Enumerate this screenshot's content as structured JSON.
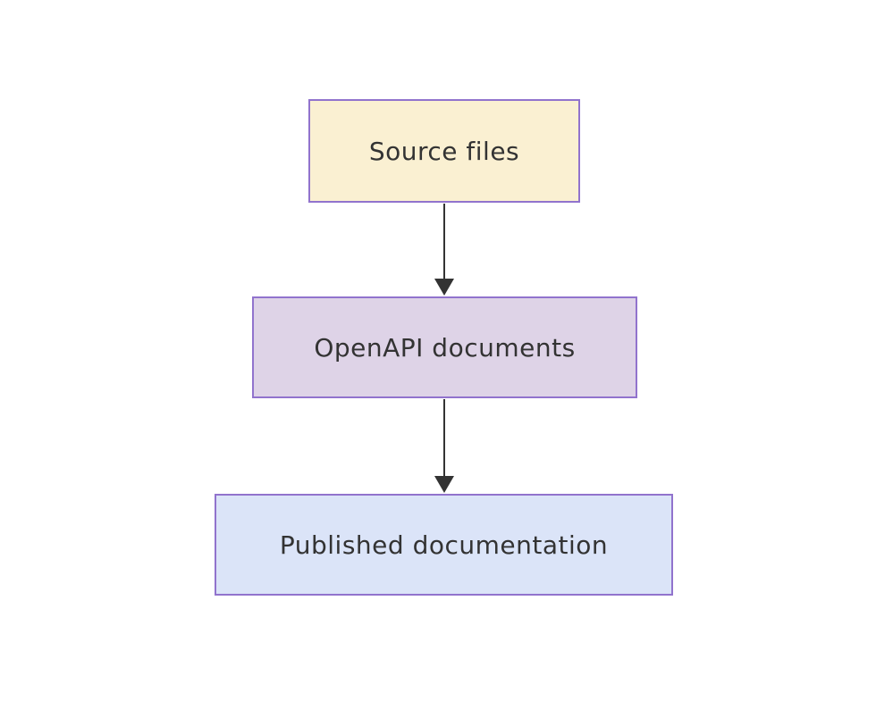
{
  "diagram": {
    "kind": "flowchart",
    "direction": "top-to-bottom",
    "background_color": "#ffffff",
    "node_border_color": "#9173cd",
    "node_text_color": "#333333",
    "edge_color": "#333333",
    "nodes": [
      {
        "id": "source",
        "label": "Source files",
        "fill": "#faf0d2"
      },
      {
        "id": "openapi",
        "label": "OpenAPI documents",
        "fill": "#ded3e7"
      },
      {
        "id": "published",
        "label": "Published documentation",
        "fill": "#dbe4f8"
      }
    ],
    "edges": [
      {
        "from": "Source files",
        "to": "OpenAPI documents",
        "color": "#333333"
      },
      {
        "from": "OpenAPI documents",
        "to": "Published documentation",
        "color": "#333333"
      }
    ]
  }
}
